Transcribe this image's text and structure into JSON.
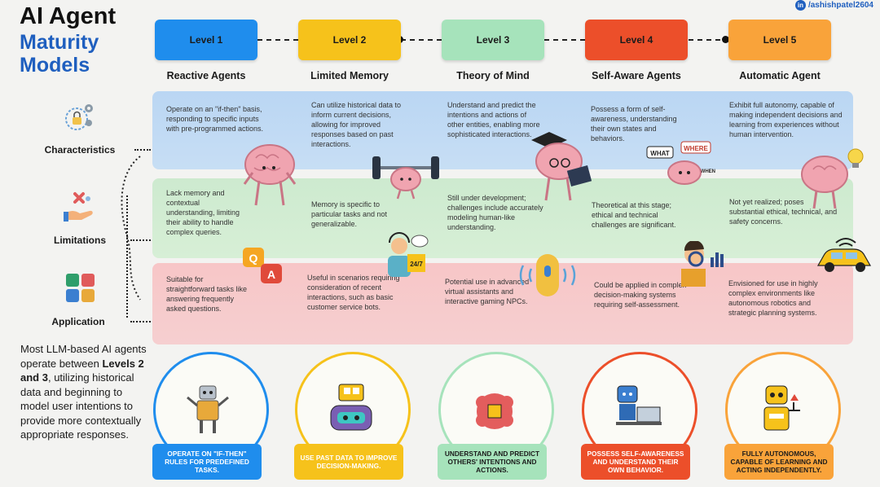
{
  "title": {
    "line1": "AI Agent",
    "line2": "Maturity Models"
  },
  "badge": {
    "icon": "in",
    "handle": "/ashishpatel2604"
  },
  "levels": [
    {
      "label": "Level 1",
      "name": "Reactive Agents",
      "color": "#1f8ded"
    },
    {
      "label": "Level 2",
      "name": "Limited Memory",
      "color": "#f6c21b"
    },
    {
      "label": "Level 3",
      "name": "Theory of Mind",
      "color": "#a6e3bb"
    },
    {
      "label": "Level 4",
      "name": "Self-Aware Agents",
      "color": "#ec4f2a"
    },
    {
      "label": "Level 5",
      "name": "Automatic Agent",
      "color": "#f9a33a"
    }
  ],
  "row_labels": {
    "characteristics": "Characteristics",
    "limitations": "Limitations",
    "application": "Application"
  },
  "characteristics": [
    "Operate on an \"if-then\" basis, responding to specific inputs with pre-programmed actions.",
    "Can utilize historical data to inform current decisions, allowing for improved responses based on past interactions.",
    "Understand and predict the intentions and actions of other entities, enabling more sophisticated interactions.",
    "Possess a form of self-awareness, understanding their own states and behaviors.",
    "Exhibit full autonomy, capable of making independent decisions and learning from experiences without human intervention."
  ],
  "limitations": [
    "Lack memory and contextual understanding, limiting their ability to handle complex queries.",
    "Memory is specific to particular tasks and not generalizable.",
    "Still under development; challenges include accurately modeling human-like understanding.",
    "Theoretical at this stage; ethical and technical challenges are significant.",
    "Not yet realized; poses substantial ethical, technical, and safety concerns."
  ],
  "applications": [
    "Suitable for straightforward tasks like answering frequently asked questions.",
    "Useful in scenarios requiring consideration of recent interactions, such as basic customer service bots.",
    "Potential use in advanced virtual assistants and interactive gaming NPCs.",
    "Could be applied in complex decision-making systems requiring self-assessment.",
    "Envisioned for use in highly complex environments like autonomous robotics and strategic planning systems."
  ],
  "summary": {
    "before": "Most LLM-based AI agents operate between ",
    "bold": "Levels 2 and 3",
    "after": ", utilizing historical data and beginning to model user intentions to provide more contextually appropriate responses."
  },
  "banners": [
    {
      "text": "OPERATE ON \"IF-THEN\" RULES FOR PREDEFINED TASKS.",
      "color": "#1f8ded",
      "text_color": "#ffffff"
    },
    {
      "text": "USE PAST DATA TO IMPROVE DECISION-MAKING.",
      "color": "#f6c21b",
      "text_color": "#ffffff"
    },
    {
      "text": "UNDERSTAND AND PREDICT OTHERS' INTENTIONS AND ACTIONS.",
      "color": "#a6e3bb",
      "text_color": "#1b1b1b"
    },
    {
      "text": "POSSESS SELF-AWARENESS AND UNDERSTAND THEIR OWN BEHAVIOR.",
      "color": "#ec4f2a",
      "text_color": "#ffffff"
    },
    {
      "text": "FULLY AUTONOMOUS, CAPABLE OF LEARNING AND ACTING INDEPENDENTLY.",
      "color": "#f9a33a",
      "text_color": "#1b1b1b"
    }
  ],
  "illustrations": {
    "speech_q": "Q",
    "speech_a": "A",
    "clock": "24/7",
    "what": "WHAT",
    "where": "WHERE",
    "when": "WHEN"
  }
}
